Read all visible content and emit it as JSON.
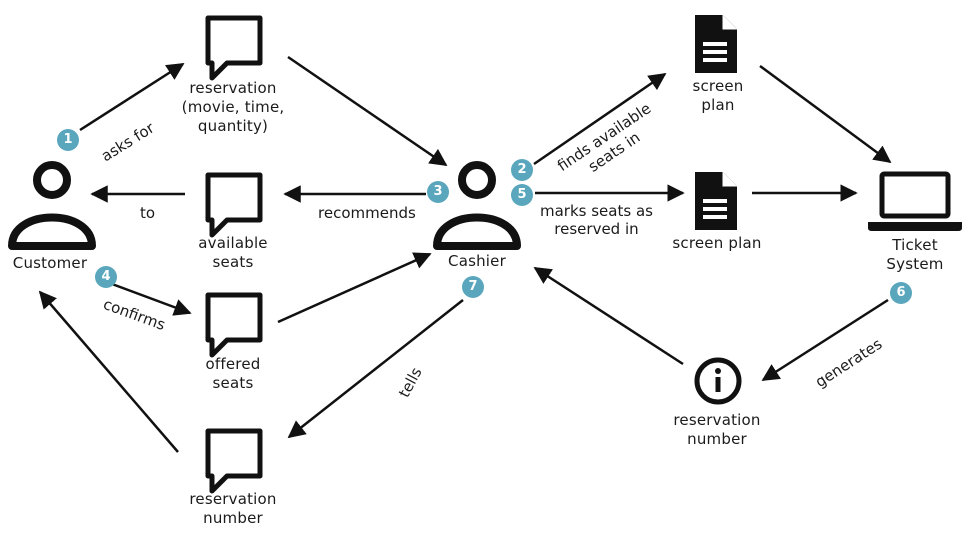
{
  "colors": {
    "stroke": "#111111",
    "badge": "#5aa7bd",
    "badge_text": "#ffffff"
  },
  "nodes": {
    "customer": {
      "label": "Customer",
      "icon": "person-icon"
    },
    "cashier": {
      "label": "Cashier",
      "icon": "person-icon"
    },
    "reservation_request": {
      "label": "reservation\n(movie, time,\nquantity)",
      "icon": "speech-bubble-icon"
    },
    "available_seats": {
      "label": "available\nseats",
      "icon": "speech-bubble-icon"
    },
    "offered_seats": {
      "label": "offered\nseats",
      "icon": "speech-bubble-icon"
    },
    "reservation_number_bubble": {
      "label": "reservation\nnumber",
      "icon": "speech-bubble-icon"
    },
    "screen_plan_top": {
      "label": "screen\nplan",
      "icon": "document-icon"
    },
    "screen_plan_mid": {
      "label": "screen plan",
      "icon": "document-icon"
    },
    "ticket_system": {
      "label": "Ticket\nSystem",
      "icon": "laptop-icon"
    },
    "reservation_number_info": {
      "label": "reservation\nnumber",
      "icon": "info-icon"
    }
  },
  "edges": {
    "asks_for": "asks for",
    "to": "to",
    "recommends": "recommends",
    "confirms": "confirms",
    "finds": "finds available\nseats in",
    "marks": "marks seats as\nreserved   in",
    "tells": "tells",
    "generates": "generates"
  },
  "badges": {
    "b1": "1",
    "b2": "2",
    "b3": "3",
    "b4": "4",
    "b5": "5",
    "b6": "6",
    "b7": "7"
  }
}
